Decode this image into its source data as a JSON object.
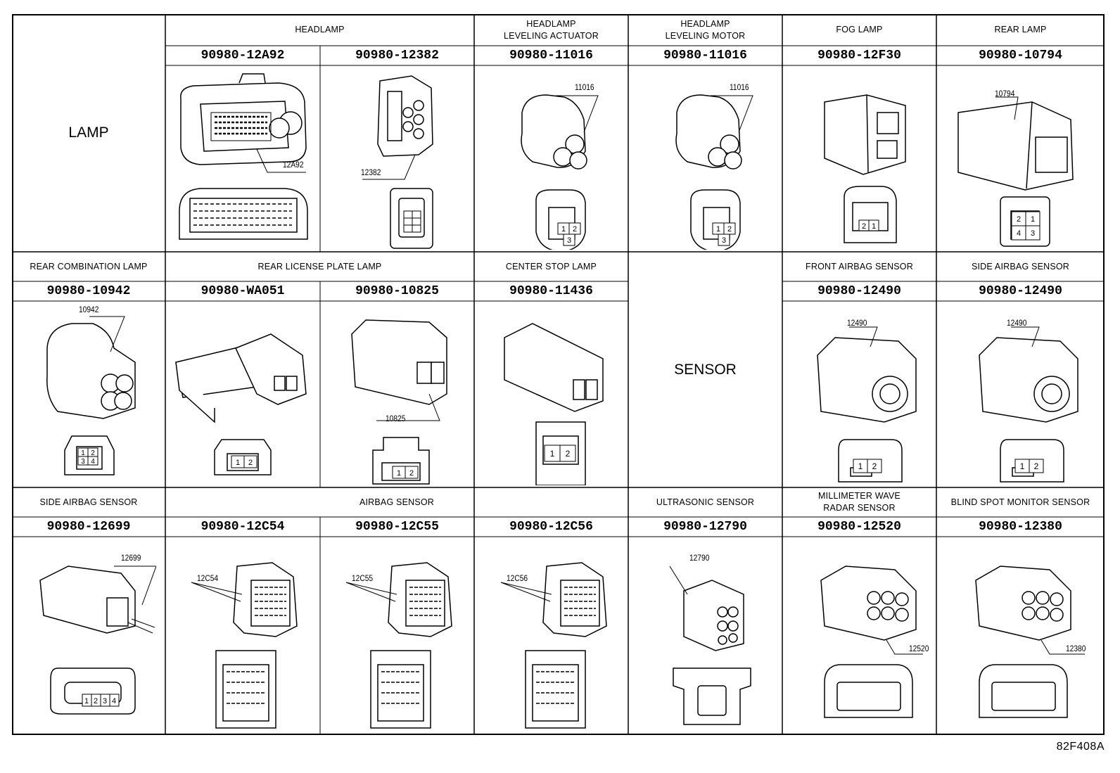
{
  "groups": {
    "lamp": "LAMP",
    "sensor": "SENSOR"
  },
  "row1": [
    {
      "header": "HEADLAMP",
      "parts": [
        {
          "pn": "90980-12A92",
          "ref": "12A92"
        },
        {
          "pn": "90980-12382",
          "ref": "12382"
        }
      ]
    },
    {
      "header": "HEADLAMP\nLEVELING ACTUATOR",
      "parts": [
        {
          "pn": "90980-11016",
          "ref": "11016"
        }
      ]
    },
    {
      "header": "HEADLAMP\nLEVELING MOTOR",
      "parts": [
        {
          "pn": "90980-11016",
          "ref": "11016"
        }
      ]
    },
    {
      "header": "FOG LAMP",
      "parts": [
        {
          "pn": "90980-12F30",
          "ref": ""
        }
      ]
    },
    {
      "header": "REAR LAMP",
      "parts": [
        {
          "pn": "90980-10794",
          "ref": "10794"
        }
      ]
    }
  ],
  "row2": [
    {
      "header": "REAR COMBINATION LAMP",
      "parts": [
        {
          "pn": "90980-10942",
          "ref": "10942"
        }
      ]
    },
    {
      "header": "REAR LICENSE PLATE LAMP",
      "parts": [
        {
          "pn": "90980-WA051",
          "ref": ""
        },
        {
          "pn": "90980-10825",
          "ref": "10825"
        }
      ]
    },
    {
      "header": "CENTER STOP LAMP",
      "parts": [
        {
          "pn": "90980-11436",
          "ref": ""
        }
      ]
    },
    {
      "header": "FRONT AIRBAG SENSOR",
      "parts": [
        {
          "pn": "90980-12490",
          "ref": "12490"
        }
      ]
    },
    {
      "header": "SIDE AIRBAG SENSOR",
      "parts": [
        {
          "pn": "90980-12490",
          "ref": "12490"
        }
      ]
    }
  ],
  "row3": [
    {
      "header": "SIDE AIRBAG SENSOR",
      "parts": [
        {
          "pn": "90980-12699",
          "ref": "12699"
        }
      ]
    },
    {
      "header": "AIRBAG SENSOR",
      "parts": [
        {
          "pn": "90980-12C54",
          "ref": "12C54"
        },
        {
          "pn": "90980-12C55",
          "ref": "12C55"
        },
        {
          "pn": "90980-12C56",
          "ref": "12C56"
        }
      ]
    },
    {
      "header": "ULTRASONIC SENSOR",
      "parts": [
        {
          "pn": "90980-12790",
          "ref": "12790"
        }
      ]
    },
    {
      "header": "MILLIMETER WAVE\nRADAR SENSOR",
      "parts": [
        {
          "pn": "90980-12520",
          "ref": "12520"
        }
      ]
    },
    {
      "header": "BLIND SPOT MONITOR SENSOR",
      "parts": [
        {
          "pn": "90980-12380",
          "ref": "12380"
        }
      ]
    }
  ],
  "pins": {
    "two": [
      "1",
      "2"
    ],
    "three": [
      "1",
      "2",
      "3"
    ],
    "four": [
      "1",
      "2",
      "3",
      "4"
    ],
    "quad": [
      "2",
      "1",
      "4",
      "3"
    ]
  },
  "figure_code": "82F408A"
}
